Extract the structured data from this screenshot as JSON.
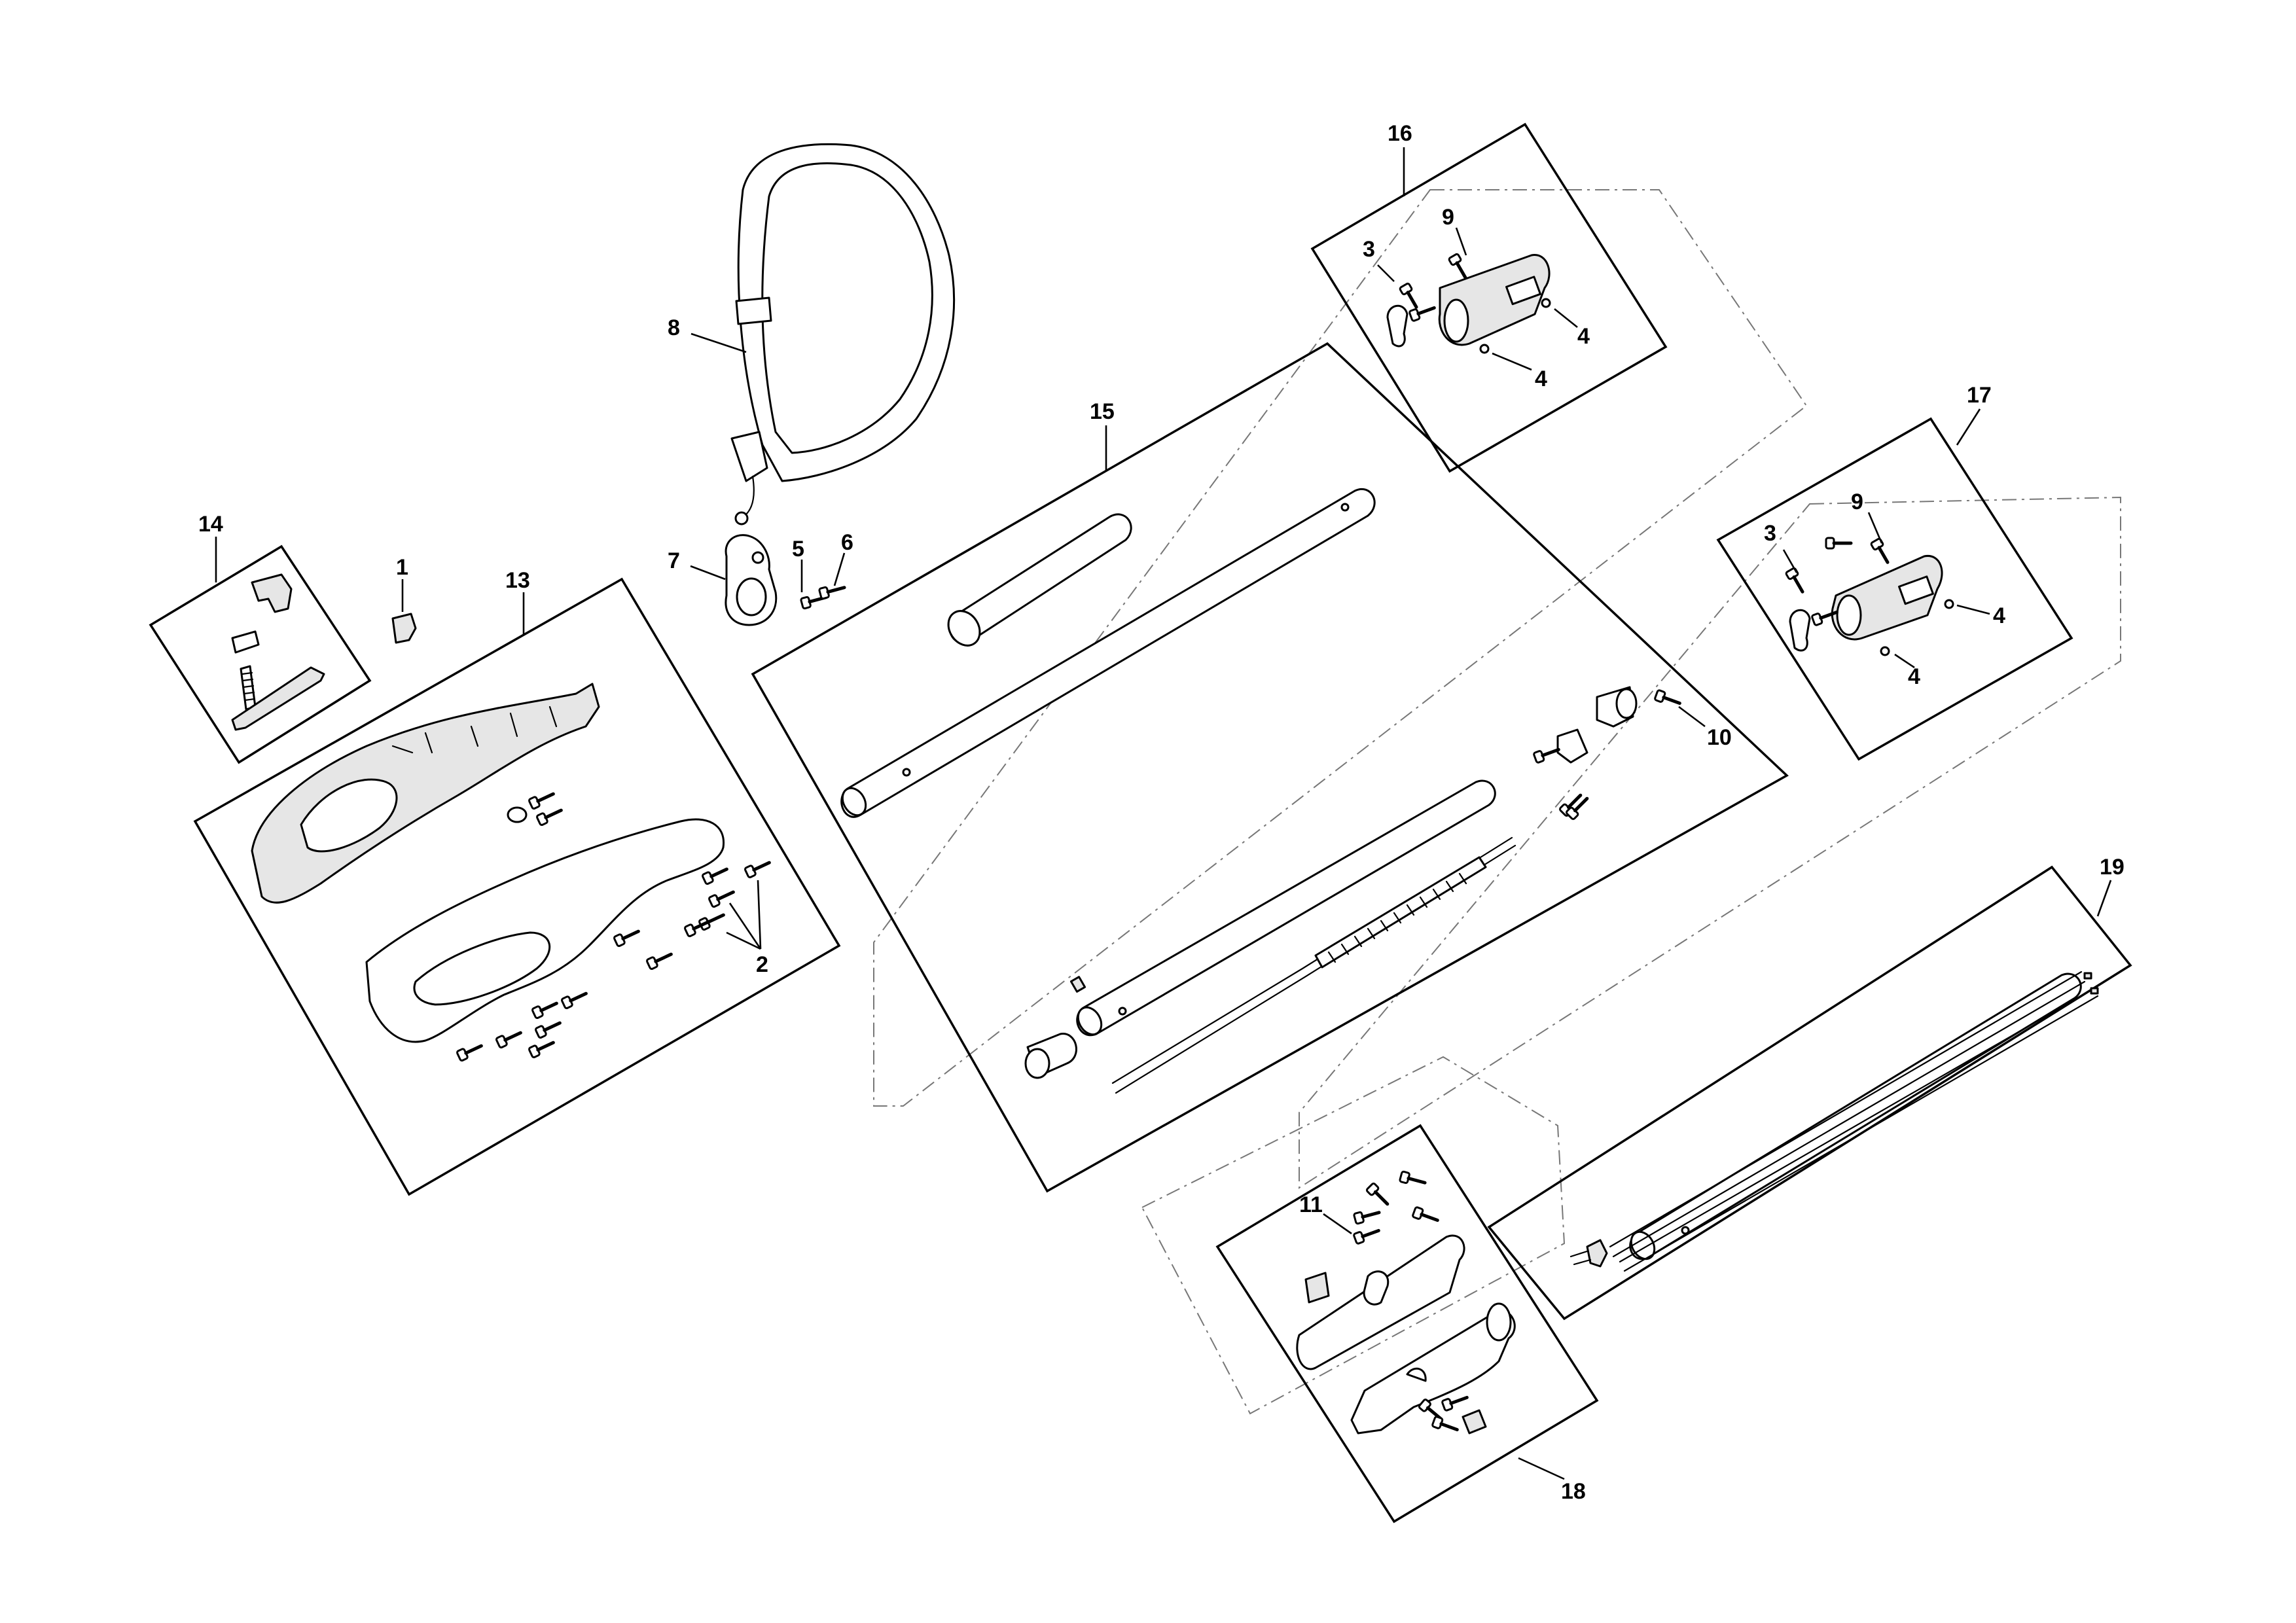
{
  "diagram": {
    "callouts": {
      "c1": "1",
      "c2": "2",
      "c3a": "3",
      "c3b": "3",
      "c4a": "4",
      "c4b": "4",
      "c4c": "4",
      "c4d": "4",
      "c5": "5",
      "c6": "6",
      "c7": "7",
      "c8": "8",
      "c9a": "9",
      "c9b": "9",
      "c10": "10",
      "c11": "11",
      "c13": "13",
      "c14": "14",
      "c15": "15",
      "c16": "16",
      "c17": "17",
      "c18": "18",
      "c19": "19"
    },
    "parts": [
      {
        "id": "strap",
        "callout": "8"
      },
      {
        "id": "clamp",
        "callout": "7"
      },
      {
        "id": "handle-assembly",
        "callout": "13"
      },
      {
        "id": "trigger-kit",
        "callout": "14"
      },
      {
        "id": "shaft-assembly",
        "callout": "15"
      },
      {
        "id": "coupler-kit-a",
        "callout": "16"
      },
      {
        "id": "coupler-kit-b",
        "callout": "17"
      },
      {
        "id": "gear-housing-kit",
        "callout": "18"
      },
      {
        "id": "extension-shaft-kit",
        "callout": "19"
      }
    ]
  }
}
